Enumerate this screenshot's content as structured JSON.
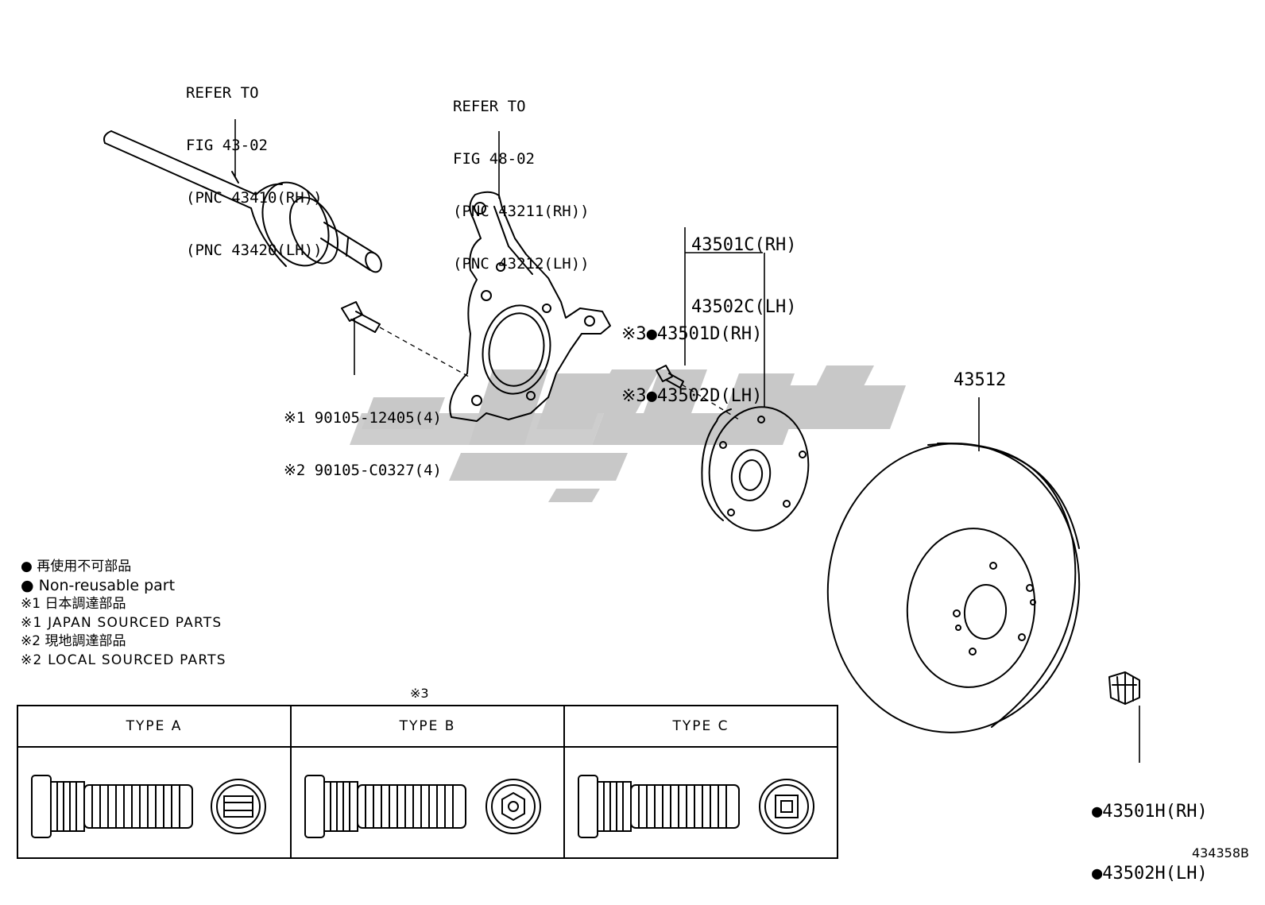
{
  "callouts": {
    "driveshaft": [
      "REFER TO",
      "FIG 43-02",
      "(PNC 43410(RH))",
      "(PNC 43420(LH))"
    ],
    "knuckle": [
      "REFER TO",
      "FIG 48-02",
      "(PNC 43211(RH))",
      "(PNC 43212(LH))"
    ],
    "bolt": [
      "※1 90105-12405(4)",
      "※2 90105-C0327(4)"
    ],
    "hub": [
      "43501C(RH)",
      "43502C(LH)"
    ],
    "hub_bolt": [
      "※3●43501D(RH)",
      "※3●43502D(LH)"
    ],
    "disc": "43512",
    "nut": [
      "●43501H(RH)",
      "●43502H(LH)"
    ]
  },
  "legend": [
    "● 再使用不可部品",
    "● Non-reusable part",
    "※1 日本調達部品",
    "※1 JAPAN SOURCED PARTS",
    "※2 現地調達部品",
    "※2 LOCAL SOURCED PARTS"
  ],
  "types_note": "※3",
  "types": [
    "TYPE A",
    "TYPE B",
    "TYPE C"
  ],
  "figure_id": "434358B"
}
